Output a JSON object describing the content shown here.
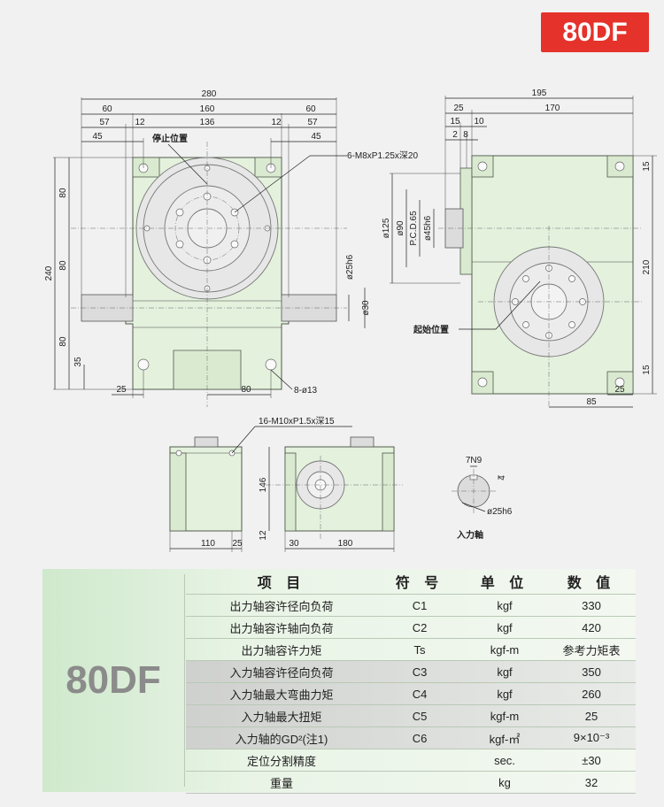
{
  "badge": "80DF",
  "drawing": {
    "front": {
      "overall": "280",
      "flange_l": "60",
      "inner": "160",
      "flange_r": "60",
      "l57": "57",
      "l12": "12",
      "mid136": "136",
      "r12": "12",
      "r57": "57",
      "l45": "45",
      "r45": "45",
      "h80a": "80",
      "h240": "240",
      "h80b": "80",
      "h80c": "80",
      "h35": "35",
      "b25": "25",
      "b80": "80",
      "stop_label": "停止位置",
      "tap_note": "6-M8xP1.25x深20",
      "shaft_dia": "ø25h6",
      "shaft_h": "ø30",
      "bolt_note": "8-ø13"
    },
    "side": {
      "overall": "195",
      "s25": "25",
      "s170": "170",
      "s15": "15",
      "s10": "10",
      "s2": "2",
      "s8": "8",
      "d125": "ø125",
      "d90": "ø90",
      "pcd": "P.C.D.65",
      "d45": "ø45h6",
      "r15a": "15",
      "r210": "210",
      "r15b": "15",
      "b25": "25",
      "b85": "85",
      "start_label": "起始位置"
    },
    "bottom": {
      "tap_note": "16-M10xP1.5x深15",
      "h146": "146",
      "h12": "12",
      "w110": "110",
      "w25": "25",
      "w30": "30",
      "w180": "180"
    },
    "key": {
      "n7": "7N9",
      "n4": "4",
      "dia": "ø25h6",
      "label": "入力軸"
    }
  },
  "spec": {
    "model": "80DF",
    "headers": [
      "项 目",
      "符 号",
      "单 位",
      "数 值"
    ],
    "rows": [
      {
        "item": "出力轴容许径向负荷",
        "sym": "C1",
        "unit": "kgf",
        "val": "330",
        "shade": false
      },
      {
        "item": "出力轴容许轴向负荷",
        "sym": "C2",
        "unit": "kgf",
        "val": "420",
        "shade": false
      },
      {
        "item": "出力轴容许力矩",
        "sym": "Ts",
        "unit": "kgf-m",
        "val": "参考力矩表",
        "shade": false
      },
      {
        "item": "入力轴容许径向负荷",
        "sym": "C3",
        "unit": "kgf",
        "val": "350",
        "shade": true
      },
      {
        "item": "入力轴最大弯曲力矩",
        "sym": "C4",
        "unit": "kgf",
        "val": "260",
        "shade": true
      },
      {
        "item": "入力轴最大扭矩",
        "sym": "C5",
        "unit": "kgf-m",
        "val": "25",
        "shade": true
      },
      {
        "item": "入力轴的GD²(注1)",
        "sym": "C6",
        "unit": "kgf-㎡",
        "val": "9×10⁻³",
        "shade": true
      },
      {
        "item": "定位分割精度",
        "sym": "",
        "unit": "sec.",
        "val": "±30",
        "shade": false
      },
      {
        "item": "重量",
        "sym": "",
        "unit": "kg",
        "val": "32",
        "shade": false
      }
    ]
  }
}
